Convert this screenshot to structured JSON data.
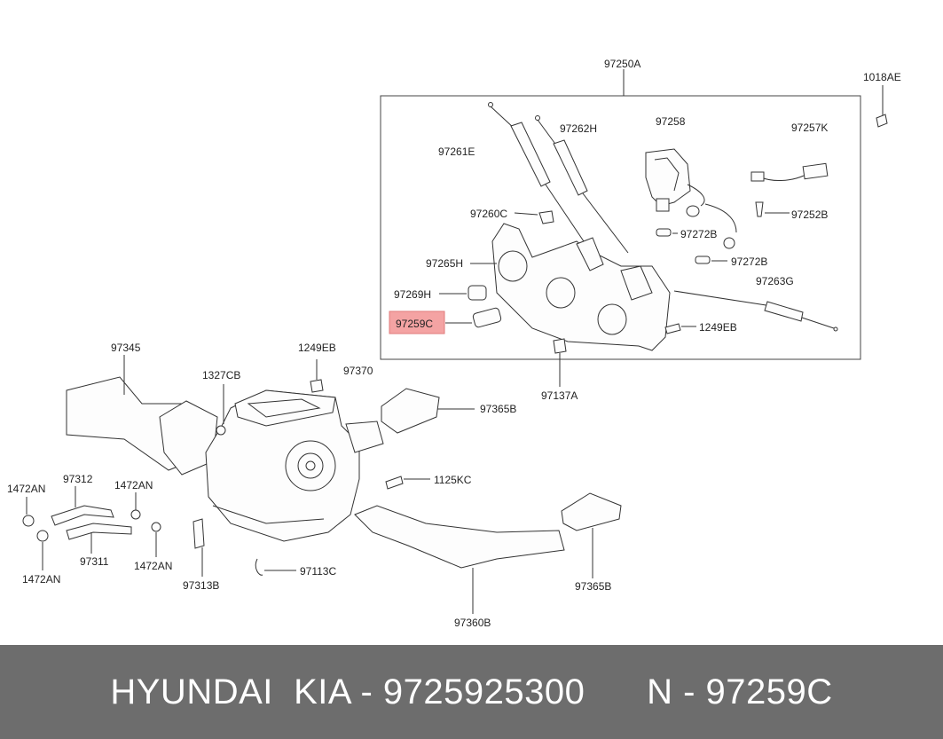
{
  "diagram": {
    "highlight_color": "#f4a3a3",
    "labels": {
      "p97250A": "97250A",
      "p1018AE": "1018AE",
      "p97258": "97258",
      "p97257K": "97257K",
      "p97261E": "97261E",
      "p97262H": "97262H",
      "p97260C": "97260C",
      "p97252B": "97252B",
      "p97272B_1": "97272B",
      "p97272B_2": "97272B",
      "p97265H": "97265H",
      "p97263G": "97263G",
      "p97269H": "97269H",
      "p97259C": "97259C",
      "p1249EB_1": "1249EB",
      "p97137A": "97137A",
      "p97345": "97345",
      "p1249EB_2": "1249EB",
      "p1327CB": "1327CB",
      "p97370": "97370",
      "p97365B_1": "97365B",
      "p1125KC": "1125KC",
      "p97312": "97312",
      "p1472AN_1": "1472AN",
      "p1472AN_2": "1472AN",
      "p97311": "97311",
      "p1472AN_3": "1472AN",
      "p1472AN_4": "1472AN",
      "p97313B": "97313B",
      "p97113C": "97113C",
      "p97365B_2": "97365B",
      "p97360B": "97360B"
    }
  },
  "footer": {
    "brand": "HYUNDAI  KIA - 9725925300",
    "part": "N - 97259C",
    "background": "#6d6d6d"
  }
}
